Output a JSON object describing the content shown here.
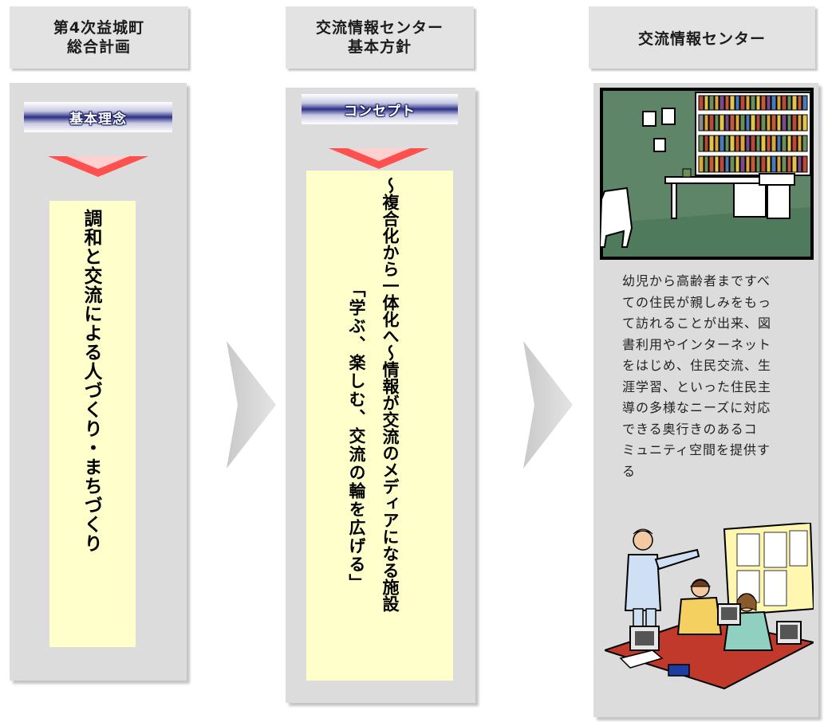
{
  "columns": [
    {
      "header_lines": [
        "第4次益城町",
        "総合計画"
      ],
      "banner": "基本理念",
      "content_lines": [
        "調和と交流による人づくり・まちづくり"
      ]
    },
    {
      "header_lines": [
        "交流情報センター",
        "基本方針"
      ],
      "banner": "コンセプト",
      "content_lines": [
        "～複合化から一体化へ～情報が交流のメディアになる施設",
        "「学ぶ、楽しむ、交流の輪を広げる」"
      ]
    },
    {
      "header_lines": [
        "交流情報センター"
      ],
      "description": "幼児から高齢者まですべ\nての住民が親しみをもっ\nて訪れることが出来、図\n書利用やインターネット\nをはじめ、住民交流、生\n涯学習、といった住民主\n導の多様なニーズに対応\nできる奥行きのあるコ\nミュニティ空間を提供す\nる",
      "images": [
        "library-room-illustration",
        "computer-class-illustration"
      ]
    }
  ],
  "arrows": [
    "chevron-right-icon",
    "chevron-right-icon"
  ],
  "colors": {
    "header_bg": "#e3e3e3",
    "panel_bg": "#dcdcdc",
    "content_bg": "#ffffcc",
    "banner_navy": "#2c2f86",
    "marker_red": "#ff5050",
    "library_wall": "#5e8567"
  }
}
